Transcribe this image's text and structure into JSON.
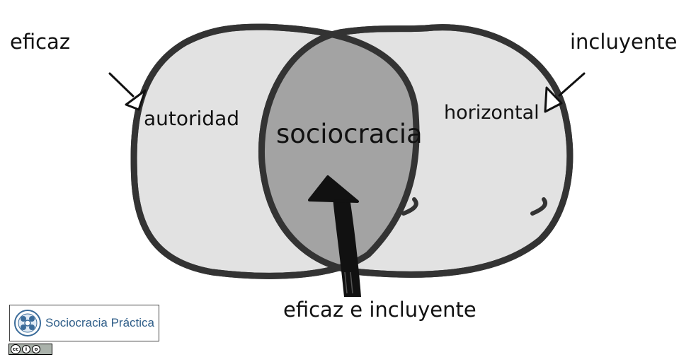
{
  "labels": {
    "top_left": "eficaz",
    "top_right": "incluyente",
    "left_circle": "autoridad",
    "right_circle": "horizontal",
    "intersection": "sociocracia",
    "bottom": "eficaz e incluyente"
  },
  "logo": {
    "text": "Sociocracia Práctica",
    "icon": "sociocracia-practica-logo-icon",
    "text_color": "#2e5d88"
  },
  "license": {
    "icon": "cc-by-sa-badge",
    "glyphs": [
      "cc",
      "i",
      "o"
    ]
  },
  "colors": {
    "outline": "#333333",
    "circle_fill": "#e2e2e2",
    "intersection_fill": "#a3a3a3",
    "arrow_fill": "#111111",
    "open_arrow_fill": "#ffffff"
  },
  "icons": {
    "left_pointer": "open-arrow-icon",
    "right_pointer": "open-arrow-icon",
    "up_arrow": "thick-up-arrow-icon"
  }
}
